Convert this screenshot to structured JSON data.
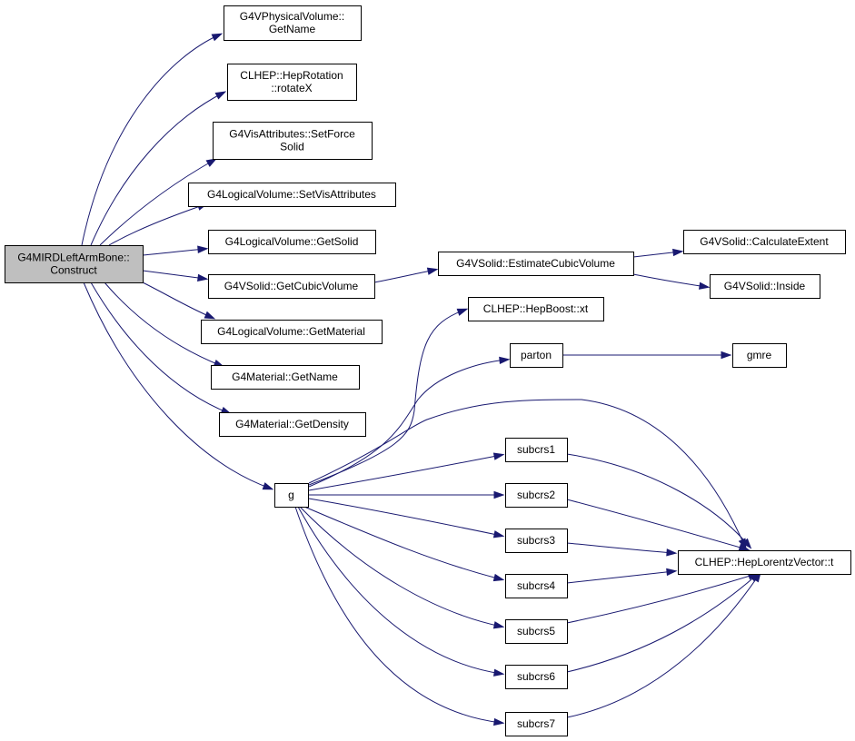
{
  "graph": {
    "nodes": [
      {
        "id": "root",
        "lines": [
          "G4MIRDLeftArmBone::",
          "Construct"
        ]
      },
      {
        "id": "n1",
        "lines": [
          "G4VPhysicalVolume::",
          "GetName"
        ]
      },
      {
        "id": "n2",
        "lines": [
          "CLHEP::HepRotation",
          "::rotateX"
        ]
      },
      {
        "id": "n3",
        "lines": [
          "G4VisAttributes::SetForce",
          "Solid"
        ]
      },
      {
        "id": "n4",
        "lines": [
          "G4LogicalVolume::SetVisAttributes"
        ]
      },
      {
        "id": "n5",
        "lines": [
          "G4LogicalVolume::GetSolid"
        ]
      },
      {
        "id": "n6",
        "lines": [
          "G4VSolid::GetCubicVolume"
        ]
      },
      {
        "id": "n7",
        "lines": [
          "G4LogicalVolume::GetMaterial"
        ]
      },
      {
        "id": "n8",
        "lines": [
          "G4Material::GetName"
        ]
      },
      {
        "id": "n9",
        "lines": [
          "G4Material::GetDensity"
        ]
      },
      {
        "id": "g",
        "lines": [
          "g"
        ]
      },
      {
        "id": "est",
        "lines": [
          "G4VSolid::EstimateCubicVolume"
        ]
      },
      {
        "id": "calc",
        "lines": [
          "G4VSolid::CalculateExtent"
        ]
      },
      {
        "id": "inside",
        "lines": [
          "G4VSolid::Inside"
        ]
      },
      {
        "id": "boost",
        "lines": [
          "CLHEP::HepBoost::xt"
        ]
      },
      {
        "id": "parton",
        "lines": [
          "parton"
        ]
      },
      {
        "id": "gmre",
        "lines": [
          "gmre"
        ]
      },
      {
        "id": "s1",
        "lines": [
          "subcrs1"
        ]
      },
      {
        "id": "s2",
        "lines": [
          "subcrs2"
        ]
      },
      {
        "id": "s3",
        "lines": [
          "subcrs3"
        ]
      },
      {
        "id": "s4",
        "lines": [
          "subcrs4"
        ]
      },
      {
        "id": "s5",
        "lines": [
          "subcrs5"
        ]
      },
      {
        "id": "s6",
        "lines": [
          "subcrs6"
        ]
      },
      {
        "id": "s7",
        "lines": [
          "subcrs7"
        ]
      },
      {
        "id": "lt",
        "lines": [
          "CLHEP::HepLorentzVector::t"
        ]
      }
    ],
    "edges": [
      {
        "from": "root",
        "to": "n1"
      },
      {
        "from": "root",
        "to": "n2"
      },
      {
        "from": "root",
        "to": "n3"
      },
      {
        "from": "root",
        "to": "n4"
      },
      {
        "from": "root",
        "to": "n5"
      },
      {
        "from": "root",
        "to": "n6"
      },
      {
        "from": "root",
        "to": "n7"
      },
      {
        "from": "root",
        "to": "n8"
      },
      {
        "from": "root",
        "to": "n9"
      },
      {
        "from": "root",
        "to": "g"
      },
      {
        "from": "n6",
        "to": "est"
      },
      {
        "from": "est",
        "to": "calc"
      },
      {
        "from": "est",
        "to": "inside"
      },
      {
        "from": "g",
        "to": "boost"
      },
      {
        "from": "g",
        "to": "parton"
      },
      {
        "from": "parton",
        "to": "gmre"
      },
      {
        "from": "g",
        "to": "s1"
      },
      {
        "from": "g",
        "to": "s2"
      },
      {
        "from": "g",
        "to": "s3"
      },
      {
        "from": "g",
        "to": "s4"
      },
      {
        "from": "g",
        "to": "s5"
      },
      {
        "from": "g",
        "to": "s6"
      },
      {
        "from": "g",
        "to": "s7"
      },
      {
        "from": "g",
        "to": "lt"
      },
      {
        "from": "s1",
        "to": "lt"
      },
      {
        "from": "s2",
        "to": "lt"
      },
      {
        "from": "s3",
        "to": "lt"
      },
      {
        "from": "s4",
        "to": "lt"
      },
      {
        "from": "s5",
        "to": "lt"
      },
      {
        "from": "s6",
        "to": "lt"
      },
      {
        "from": "s7",
        "to": "lt"
      }
    ]
  }
}
